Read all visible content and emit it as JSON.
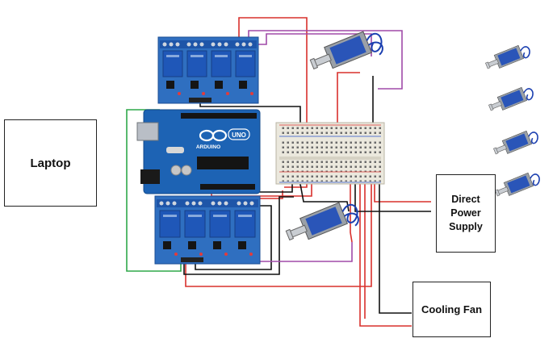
{
  "components": {
    "laptop": {
      "label": "Laptop"
    },
    "power_supply": {
      "label_lines": [
        "Direct",
        "Power",
        "Supply"
      ]
    },
    "cooling_fan": {
      "label": "Cooling Fan"
    },
    "arduino": {
      "brand_text": "ARDUINO",
      "model_text": "UNO"
    },
    "relay_top": {
      "channels": 4
    },
    "relay_bottom": {
      "channels": 4
    },
    "solenoids_wired": 2,
    "solenoids_spare": 4
  },
  "colors": {
    "wire_red": "#d9302c",
    "wire_black": "#111111",
    "wire_purple": "#a04aa8",
    "wire_green": "#2fa84a",
    "board_blue": "#1d63b4",
    "relay_blue": "#2f6fc0",
    "relay_cube": "#1f57b8",
    "breadboard": "#ebe8dd"
  }
}
